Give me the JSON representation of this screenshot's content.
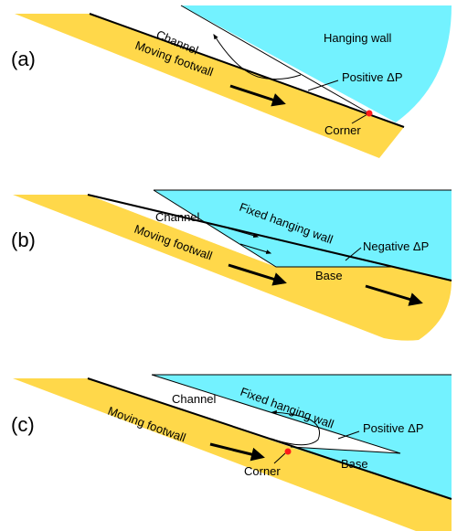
{
  "colors": {
    "footwall": "#ffd84a",
    "hanging_wall": "#73f2ff",
    "channel": "#ffffff",
    "lines": "#000000",
    "corner_dot": "#ff1a1a"
  },
  "panels": [
    {
      "id": "a",
      "label": "(a)",
      "channel_label": "Channel",
      "hanging_wall_label": "Hanging wall",
      "footwall_label": "Moving footwall",
      "pressure_label": "Positive ΔP",
      "corner_label": "Corner"
    },
    {
      "id": "b",
      "label": "(b)",
      "channel_label": "Channel",
      "hanging_wall_label": "Fixed hanging wall",
      "footwall_label": "Moving footwall",
      "pressure_label": "Negative ΔP",
      "base_label": "Base"
    },
    {
      "id": "c",
      "label": "(c)",
      "channel_label": "Channel",
      "hanging_wall_label": "Fixed hanging wall",
      "footwall_label": "Moving footwall",
      "pressure_label": "Positive ΔP",
      "base_label": "Base",
      "corner_label": "Corner"
    }
  ]
}
